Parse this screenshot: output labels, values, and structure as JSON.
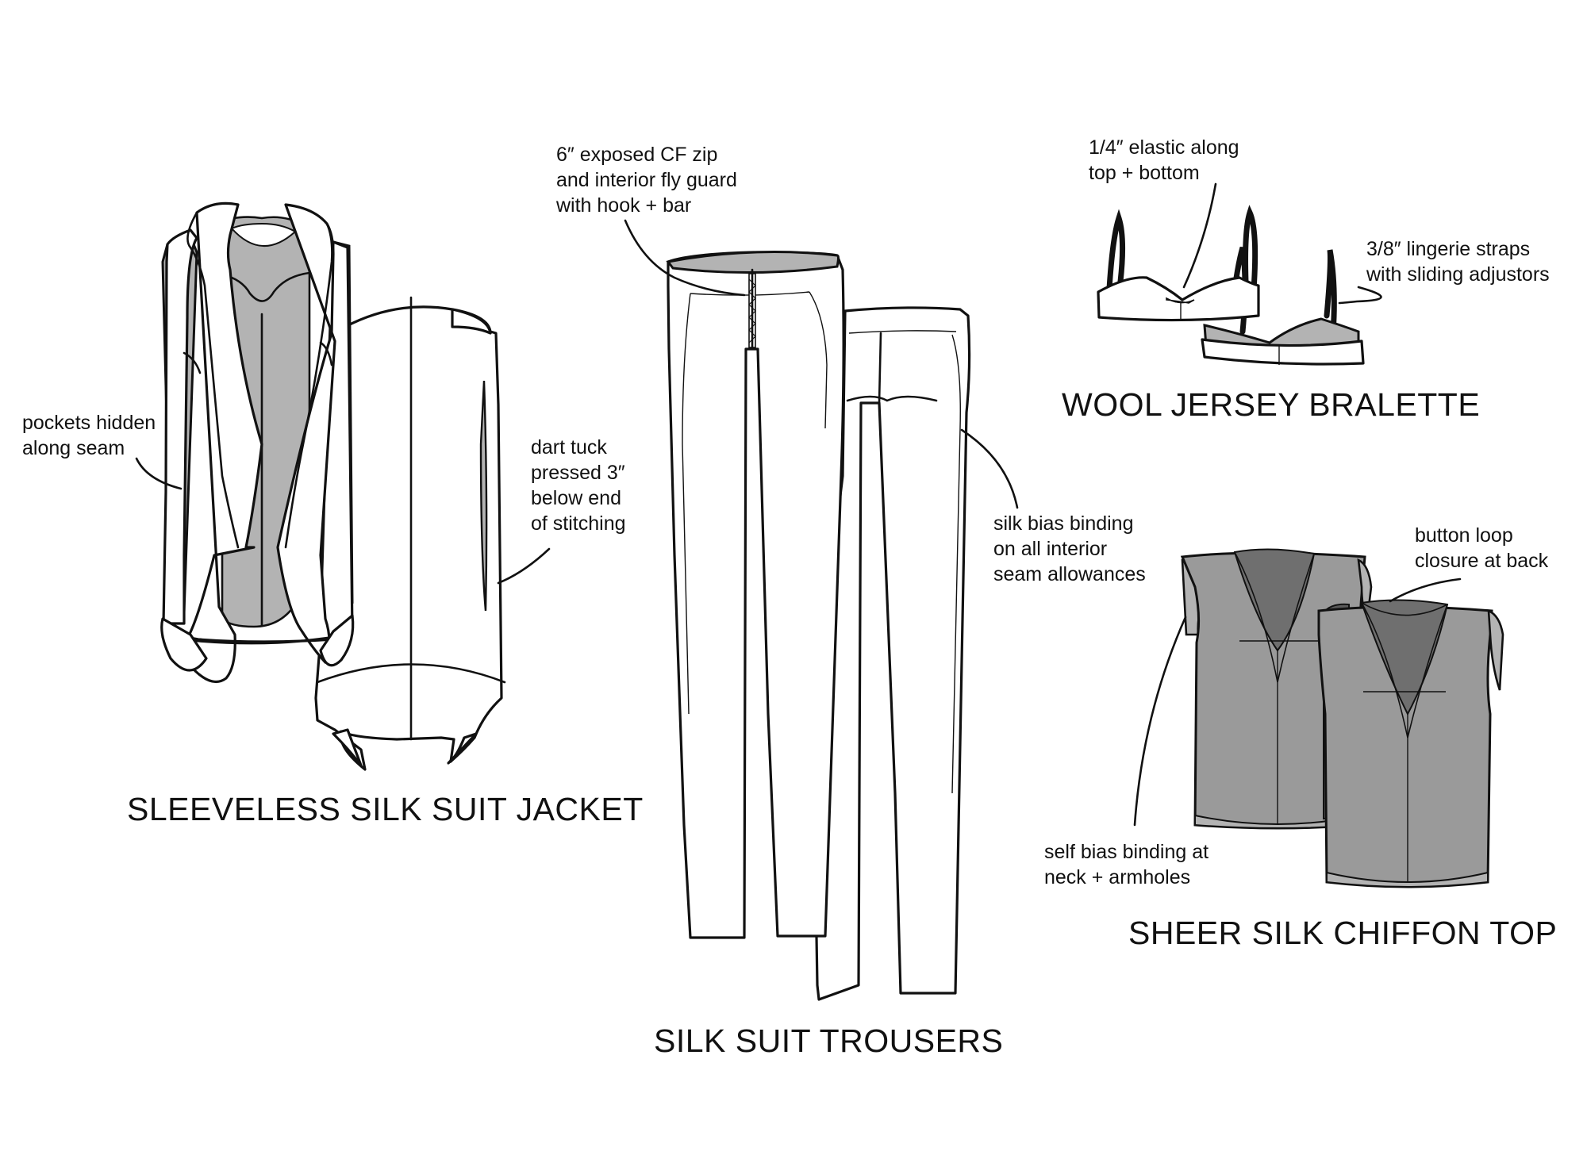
{
  "garments": {
    "jacket": {
      "title": "SLEEVELESS SILK SUIT JACKET",
      "notes": {
        "pockets": [
          "pockets hidden",
          "along seam"
        ],
        "dart": [
          "dart tuck",
          "pressed 3″",
          "below end",
          "of stitching"
        ]
      }
    },
    "trousers": {
      "title": "SILK SUIT TROUSERS",
      "notes": {
        "zip": [
          "6″ exposed CF zip",
          "and interior fly guard",
          "with hook + bar"
        ],
        "binding": [
          "silk bias binding",
          "on all interior",
          "seam allowances"
        ]
      }
    },
    "bralette": {
      "title": "WOOL JERSEY BRALETTE",
      "notes": {
        "elastic": [
          "1/4″ elastic along",
          "top + bottom"
        ],
        "straps": [
          "3/8″ lingerie straps",
          "with sliding adjustors"
        ]
      }
    },
    "top": {
      "title": "SHEER SILK CHIFFON TOP",
      "notes": {
        "loop": [
          "button loop",
          "closure at back"
        ],
        "self_binding": [
          "self bias binding at",
          "neck + armholes"
        ]
      }
    }
  },
  "colors": {
    "ink": "#111111",
    "lining": "#b3b3b3",
    "chiffon": "#9a9a9a",
    "chiffon_dark": "#6f6f6f",
    "chiffon_overlap": "#5a5a5a"
  }
}
